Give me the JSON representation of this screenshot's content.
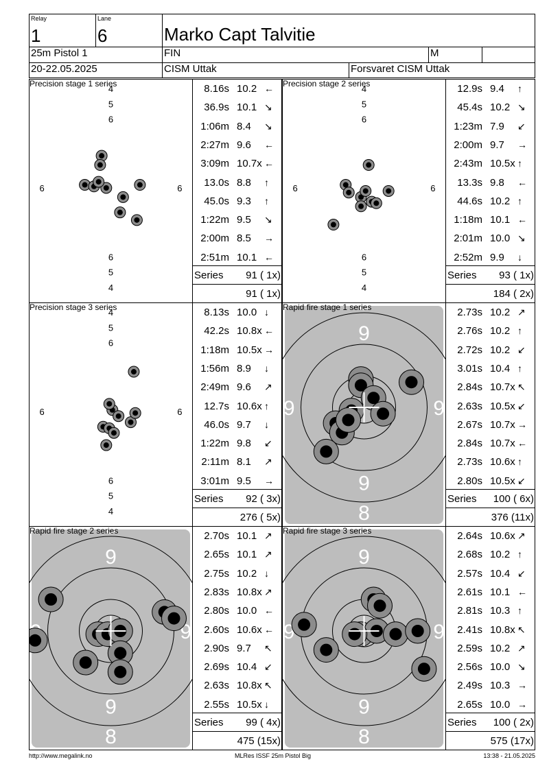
{
  "header": {
    "relay_label": "Relay",
    "relay": "1",
    "lane_label": "Lane",
    "lane": "6",
    "name": "Marko Capt Talvitie",
    "event": "25m Pistol 1",
    "nation": "FIN",
    "gender": "M",
    "date": "20-22.05.2025",
    "competition": "CISM Uttak",
    "club": "Forsvaret CISM Uttak"
  },
  "panels": [
    {
      "title": "Precision stage 1 series",
      "type": "precision",
      "shots": [
        {
          "time": "8.16s",
          "value": "10.2",
          "arrow": "←"
        },
        {
          "time": "36.9s",
          "value": "10.1",
          "arrow": "↘"
        },
        {
          "time": "1:06m",
          "value": "8.4",
          "arrow": "↘"
        },
        {
          "time": "2:27m",
          "value": "9.6",
          "arrow": "←"
        },
        {
          "time": "3:09m",
          "value": "10.7x",
          "arrow": "←"
        },
        {
          "time": "13.0s",
          "value": "8.8",
          "arrow": "↑"
        },
        {
          "time": "45.0s",
          "value": "9.3",
          "arrow": "↑"
        },
        {
          "time": "1:22m",
          "value": "9.5",
          "arrow": "↘"
        },
        {
          "time": "2:00m",
          "value": "8.5",
          "arrow": "→"
        },
        {
          "time": "2:51m",
          "value": "10.1",
          "arrow": "←"
        }
      ],
      "series_label": "Series",
      "series": "91 ( 1x)",
      "total": "91 ( 1x)"
    },
    {
      "title": "Precision stage 2 series",
      "type": "precision",
      "shots": [
        {
          "time": "12.9s",
          "value": "9.4",
          "arrow": "↑"
        },
        {
          "time": "45.4s",
          "value": "10.2",
          "arrow": "↘"
        },
        {
          "time": "1:23m",
          "value": "7.9",
          "arrow": "↙"
        },
        {
          "time": "2:00m",
          "value": "9.7",
          "arrow": "→"
        },
        {
          "time": "2:43m",
          "value": "10.5x",
          "arrow": "↑"
        },
        {
          "time": "13.3s",
          "value": "9.8",
          "arrow": "←"
        },
        {
          "time": "44.6s",
          "value": "10.2",
          "arrow": "↑"
        },
        {
          "time": "1:18m",
          "value": "10.1",
          "arrow": "←"
        },
        {
          "time": "2:01m",
          "value": "10.0",
          "arrow": "↘"
        },
        {
          "time": "2:52m",
          "value": "9.9",
          "arrow": "↓"
        }
      ],
      "series_label": "Series",
      "series": "93 ( 1x)",
      "total": "184 ( 2x)"
    },
    {
      "title": "Precision stage 3 series",
      "type": "precision",
      "shots": [
        {
          "time": "8.13s",
          "value": "10.0",
          "arrow": "↓"
        },
        {
          "time": "42.2s",
          "value": "10.8x",
          "arrow": "←"
        },
        {
          "time": "1:18m",
          "value": "10.5x",
          "arrow": "→"
        },
        {
          "time": "1:56m",
          "value": "8.9",
          "arrow": "↓"
        },
        {
          "time": "2:49m",
          "value": "9.6",
          "arrow": "↗"
        },
        {
          "time": "12.7s",
          "value": "10.6x",
          "arrow": "↑"
        },
        {
          "time": "46.0s",
          "value": "9.7",
          "arrow": "↓"
        },
        {
          "time": "1:22m",
          "value": "9.8",
          "arrow": "↙"
        },
        {
          "time": "2:11m",
          "value": "8.1",
          "arrow": "↗"
        },
        {
          "time": "3:01m",
          "value": "9.5",
          "arrow": "→"
        }
      ],
      "series_label": "Series",
      "series": "92 ( 3x)",
      "total": "276 ( 5x)"
    },
    {
      "title": "Rapid fire stage 1 series",
      "type": "rapid",
      "shots": [
        {
          "time": "2.73s",
          "value": "10.2",
          "arrow": "↗"
        },
        {
          "time": "2.76s",
          "value": "10.2",
          "arrow": "↑"
        },
        {
          "time": "2.72s",
          "value": "10.2",
          "arrow": "↙"
        },
        {
          "time": "3.01s",
          "value": "10.4",
          "arrow": "↑"
        },
        {
          "time": "2.84s",
          "value": "10.7x",
          "arrow": "↖"
        },
        {
          "time": "2.63s",
          "value": "10.5x",
          "arrow": "↙"
        },
        {
          "time": "2.67s",
          "value": "10.7x",
          "arrow": "→"
        },
        {
          "time": "2.84s",
          "value": "10.7x",
          "arrow": "←"
        },
        {
          "time": "2.73s",
          "value": "10.6x",
          "arrow": "↑"
        },
        {
          "time": "2.80s",
          "value": "10.5x",
          "arrow": "↙"
        }
      ],
      "series_label": "Series",
      "series": "100 ( 6x)",
      "total": "376 (11x)"
    },
    {
      "title": "Rapid fire stage 2 series",
      "type": "rapid",
      "shots": [
        {
          "time": "2.70s",
          "value": "10.1",
          "arrow": "↗"
        },
        {
          "time": "2.65s",
          "value": "10.1",
          "arrow": "↗"
        },
        {
          "time": "2.75s",
          "value": "10.2",
          "arrow": "↓"
        },
        {
          "time": "2.83s",
          "value": "10.8x",
          "arrow": "↗"
        },
        {
          "time": "2.80s",
          "value": "10.0",
          "arrow": "←"
        },
        {
          "time": "2.60s",
          "value": "10.6x",
          "arrow": "←"
        },
        {
          "time": "2.90s",
          "value": "9.7",
          "arrow": "↖"
        },
        {
          "time": "2.69s",
          "value": "10.4",
          "arrow": "↙"
        },
        {
          "time": "2.63s",
          "value": "10.8x",
          "arrow": "↖"
        },
        {
          "time": "2.55s",
          "value": "10.5x",
          "arrow": "↓"
        }
      ],
      "series_label": "Series",
      "series": "99 ( 4x)",
      "total": "475 (15x)"
    },
    {
      "title": "Rapid fire stage 3 series",
      "type": "rapid",
      "shots": [
        {
          "time": "2.64s",
          "value": "10.6x",
          "arrow": "↗"
        },
        {
          "time": "2.68s",
          "value": "10.2",
          "arrow": "↑"
        },
        {
          "time": "2.57s",
          "value": "10.4",
          "arrow": "↙"
        },
        {
          "time": "2.61s",
          "value": "10.1",
          "arrow": "←"
        },
        {
          "time": "2.81s",
          "value": "10.3",
          "arrow": "↑"
        },
        {
          "time": "2.41s",
          "value": "10.8x",
          "arrow": "↖"
        },
        {
          "time": "2.59s",
          "value": "10.2",
          "arrow": "↗"
        },
        {
          "time": "2.56s",
          "value": "10.0",
          "arrow": "↘"
        },
        {
          "time": "2.49s",
          "value": "10.3",
          "arrow": "→"
        },
        {
          "time": "2.65s",
          "value": "10.0",
          "arrow": "→"
        }
      ],
      "series_label": "Series",
      "series": "100 ( 2x)",
      "total": "575 (17x)"
    }
  ],
  "footer": {
    "left": "http://www.megalink.no",
    "center": "MLRes ISSF 25m Pistol Big",
    "right": "13:38 - 21.05.2025"
  },
  "colors": {
    "target_gray": "#bdbdbd",
    "shot_outer": "#8c8c8c",
    "shot_inner": "#000000"
  }
}
